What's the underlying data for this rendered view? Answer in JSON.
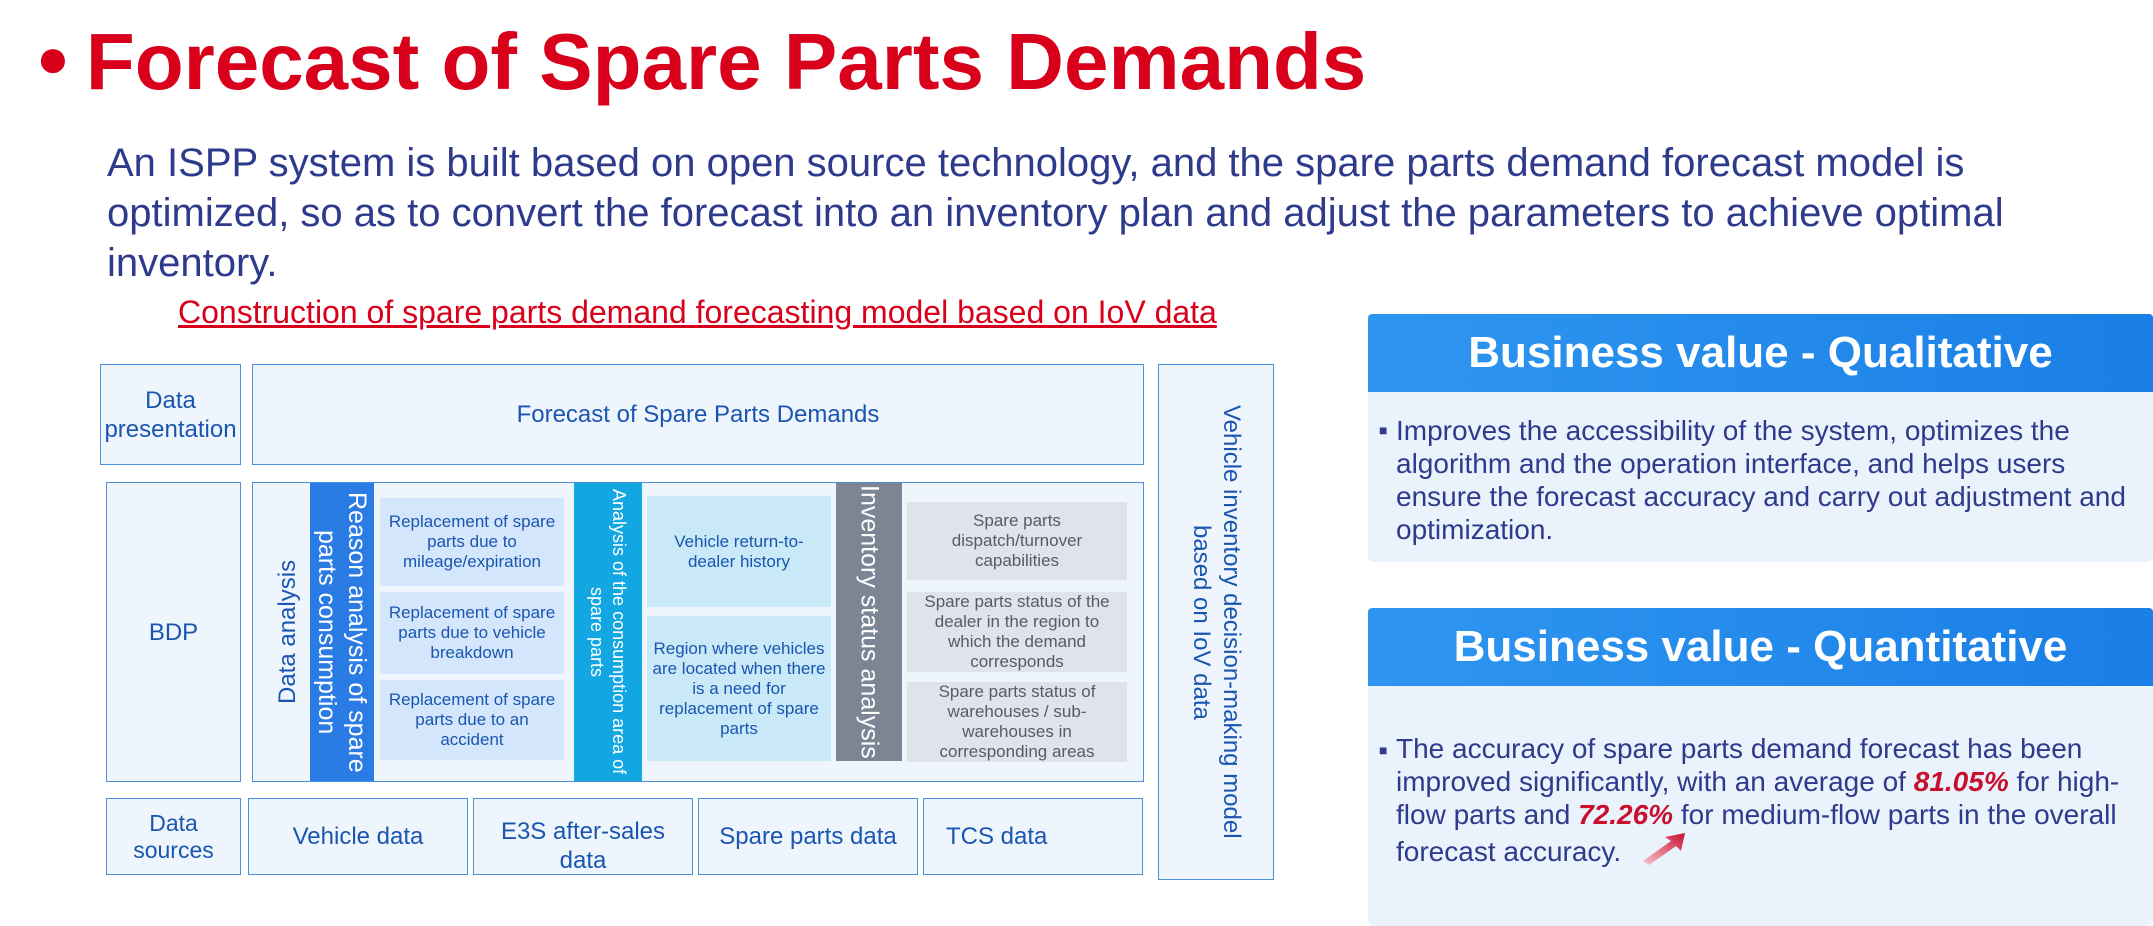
{
  "title": "Forecast of Spare Parts Demands",
  "intro": "An ISPP system is built based on open source technology, and the spare parts demand forecast model is optimized, so as to convert the forecast into an inventory plan and adjust the parameters to achieve optimal inventory.",
  "diagram": {
    "heading": "Construction of spare parts demand forecasting model based on IoV data",
    "layers": {
      "presentation": "Data presentation",
      "bdp": "BDP",
      "sources": "Data sources"
    },
    "top_box": "Forecast of Spare Parts Demands",
    "data_analysis": "Data analysis",
    "groups": [
      {
        "title": "Reason analysis of spare parts consumption",
        "items": [
          "Replacement of spare parts due to mileage/expiration",
          "Replacement of spare parts due to vehicle breakdown",
          "Replacement of spare parts due to an accident"
        ]
      },
      {
        "title": "Analysis of the consumption area of spare parts",
        "items": [
          "Vehicle return-to-dealer history",
          "Region where vehicles are located when there is a need for replacement of spare parts"
        ]
      },
      {
        "title": "Inventory status analysis",
        "items": [
          "Spare parts dispatch/turnover capabilities",
          "Spare parts status of the dealer in the region to which the demand corresponds",
          "Spare parts status of warehouses / sub-warehouses in corresponding areas"
        ]
      }
    ],
    "sources": [
      "Vehicle data",
      "E3S after-sales data",
      "Spare parts data",
      "TCS data"
    ],
    "right_box": "Vehicle inventory decision-making model based on IoV data"
  },
  "panels": {
    "qualitative": {
      "title": "Business value - Qualitative",
      "text": "Improves the accessibility of the system, optimizes the algorithm and the operation interface, and helps users ensure the forecast accuracy and carry out adjustment and optimization."
    },
    "quantitative": {
      "title": "Business value - Quantitative",
      "text_1": "The accuracy of spare parts demand forecast has been improved significantly, with an average of",
      "value_1": "81.05%",
      "text_2": "for high-flow parts and",
      "value_2": "72.26%",
      "text_3": "for medium-flow parts in the overall forecast accuracy."
    }
  },
  "colors": {
    "title_red": "#d9001b",
    "intro_navy": "#2e3a8c",
    "box_border": "#4a90d9",
    "bar_blue": "#2a7be4",
    "bar_cyan": "#12a7e2",
    "bar_grey": "#7b8593",
    "panel_blue": "#1a7fe6"
  }
}
